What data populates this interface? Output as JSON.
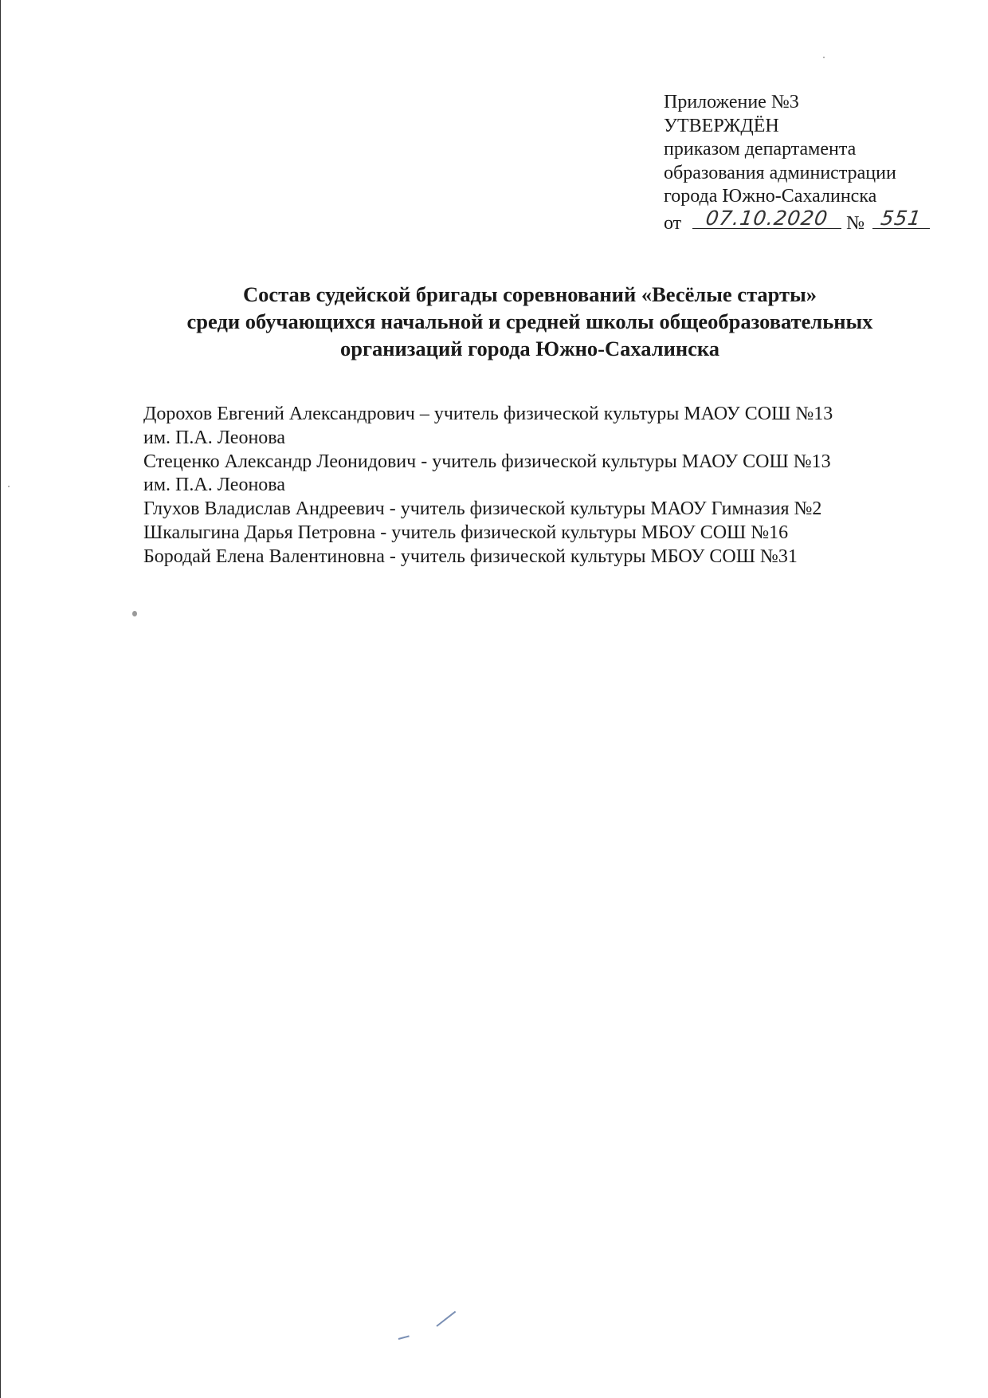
{
  "annex": {
    "appendix": "Приложение №3",
    "approved": "УТВЕРЖДЁН",
    "line1": "приказом  департамента",
    "line2": "образования администрации",
    "line3": "города Южно-Сахалинска",
    "date_prefix": "от",
    "date_handwritten": "07.10.2020",
    "number_prefix": "№",
    "number_handwritten": "551"
  },
  "title": {
    "line1": "Состав судейской бригады соревнований «Весёлые старты»",
    "line2": "среди обучающихся начальной и средней школы общеобразовательных",
    "line3": "организаций города Южно-Сахалинска"
  },
  "members": [
    "Дорохов Евгений Александрович – учитель физической культуры МАОУ СОШ №13",
    "им. П.А. Леонова",
    "Стеценко Александр Леонидович - учитель физической культуры МАОУ СОШ №13",
    "им. П.А. Леонова",
    "Глухов Владислав Андреевич - учитель физической культуры МАОУ Гимназия №2",
    "Шкалыгина Дарья Петровна - учитель физической культуры МБОУ СОШ №16",
    "Бородай Елена Валентиновна - учитель физической культуры МБОУ СОШ №31"
  ]
}
